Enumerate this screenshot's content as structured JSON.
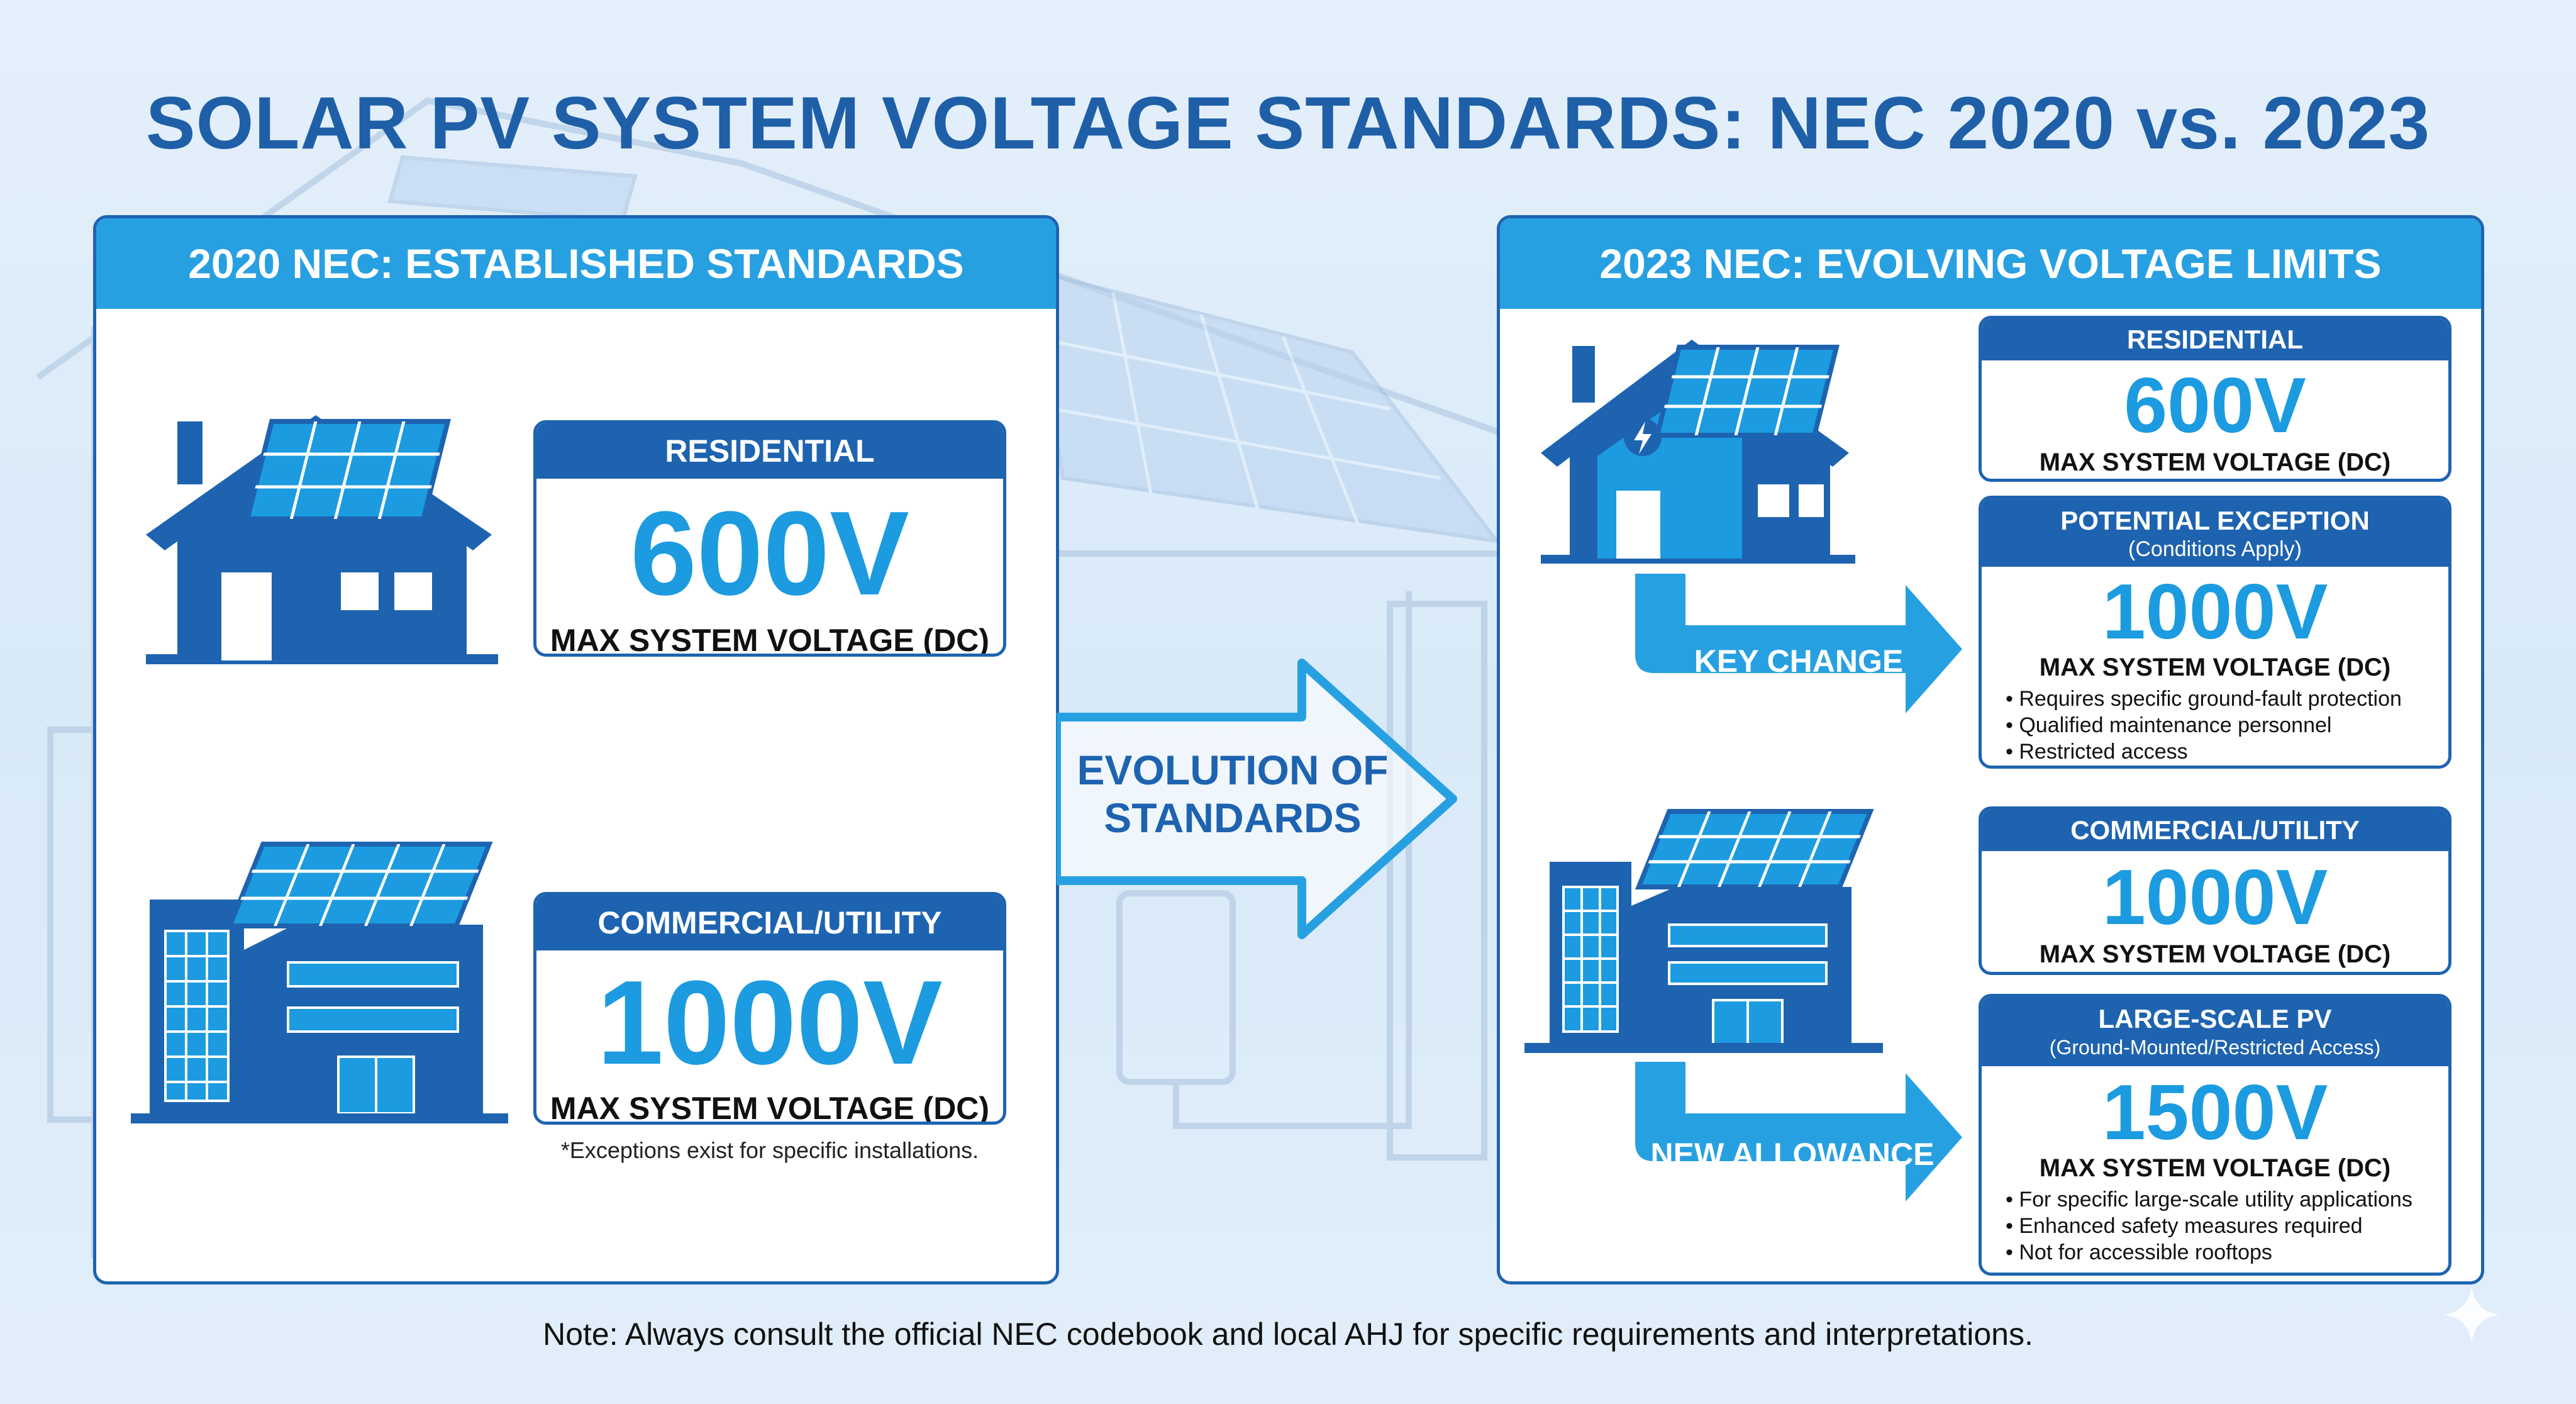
{
  "title": "SOLAR PV SYSTEM VOLTAGE STANDARDS: NEC 2020 vs. 2023",
  "left_panel": {
    "header": "2020 NEC: ESTABLISHED STANDARDS",
    "residential": {
      "label": "RESIDENTIAL",
      "voltage": "600V",
      "caption": "MAX SYSTEM VOLTAGE (DC)"
    },
    "commercial": {
      "label": "COMMERCIAL/UTILITY",
      "voltage": "1000V",
      "caption": "MAX SYSTEM VOLTAGE (DC)"
    },
    "footnote": "*Exceptions exist for specific installations."
  },
  "center": {
    "label_line1": "EVOLUTION OF",
    "label_line2": "STANDARDS"
  },
  "right_panel": {
    "header": "2023 NEC: EVOLVING VOLTAGE LIMITS",
    "residential": {
      "label": "RESIDENTIAL",
      "voltage": "600V",
      "caption": "MAX SYSTEM VOLTAGE (DC)"
    },
    "key_change_label": "KEY CHANGE",
    "exception": {
      "label": "POTENTIAL EXCEPTION",
      "sublabel": "(Conditions Apply)",
      "voltage": "1000V",
      "caption": "MAX SYSTEM VOLTAGE (DC)",
      "bullets": [
        "Requires specific ground-fault protection",
        "Qualified maintenance personnel",
        "Restricted access"
      ]
    },
    "commercial": {
      "label": "COMMERCIAL/UTILITY",
      "voltage": "1000V",
      "caption": "MAX SYSTEM VOLTAGE (DC)"
    },
    "new_allowance_label": "NEW ALLOWANCE",
    "large_scale": {
      "label": "LARGE-SCALE PV",
      "sublabel": "(Ground-Mounted/Restricted Access)",
      "voltage": "1500V",
      "caption": "MAX SYSTEM VOLTAGE (DC)",
      "bullets": [
        "For specific large-scale utility applications",
        "Enhanced safety measures required",
        "Not for accessible rooftops"
      ]
    }
  },
  "footer_note": "Note: Always consult the official NEC codebook and local AHJ for specific requirements and interpretations.",
  "colors": {
    "navy": "#1e63b0",
    "sky": "#27a0e2",
    "value_blue": "#1c9be0",
    "background": "#e4f0fb"
  }
}
